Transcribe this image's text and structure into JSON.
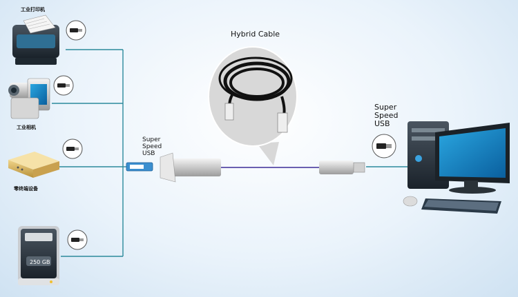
{
  "labels": {
    "printer": "工业打印机",
    "camera": "工业相机",
    "terminal": "零终端设备",
    "hdd": "250 GB",
    "cable_title": "Hybrid Cable",
    "left_usb": [
      "Super",
      "Speed",
      "USB"
    ],
    "right_usb": [
      "Super",
      "Speed",
      "USB"
    ]
  },
  "icons": [
    "usb-icon"
  ],
  "colors": {
    "line": "#2b8a9b",
    "background": "#e6f1fa",
    "cable": "#6a5fb0"
  }
}
